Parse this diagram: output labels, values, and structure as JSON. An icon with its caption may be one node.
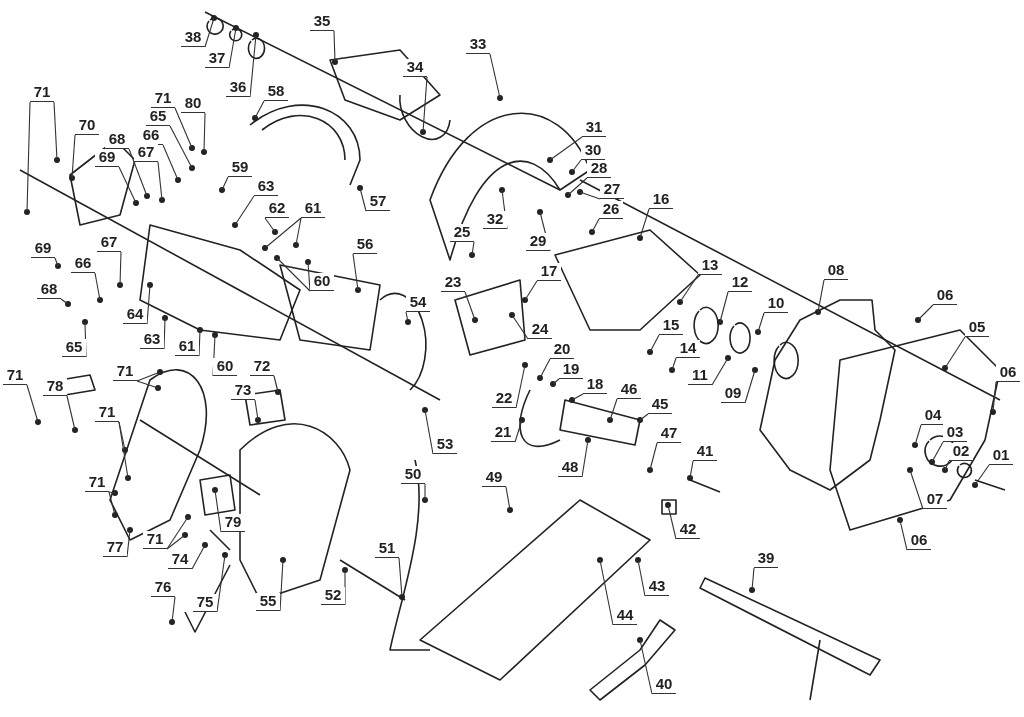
{
  "diagram": {
    "nodes": [
      {
        "text": [
          "38"
        ]
      },
      {
        "text": [
          "37"
        ]
      },
      {
        "text": [
          "36"
        ]
      },
      {
        "text": [
          "35"
        ]
      },
      {
        "text": [
          "34"
        ]
      },
      {
        "text": [
          "33"
        ]
      },
      {
        "text": [
          "71"
        ]
      },
      {
        "text": [
          "70"
        ]
      },
      {
        "text": [
          "71"
        ]
      },
      {
        "text": [
          "80"
        ]
      },
      {
        "text": [
          "65"
        ]
      },
      {
        "text": [
          "66"
        ]
      },
      {
        "text": [
          "68"
        ]
      },
      {
        "text": [
          "67"
        ]
      },
      {
        "text": [
          "69"
        ]
      },
      {
        "text": [
          "58"
        ]
      },
      {
        "text": [
          "59"
        ]
      },
      {
        "text": [
          "63"
        ]
      },
      {
        "text": [
          "62"
        ]
      },
      {
        "text": [
          "61"
        ]
      },
      {
        "text": [
          "57"
        ]
      },
      {
        "text": [
          "60"
        ]
      },
      {
        "text": [
          "31"
        ]
      },
      {
        "text": [
          "30"
        ]
      },
      {
        "text": [
          "28"
        ]
      },
      {
        "text": [
          "27"
        ]
      },
      {
        "text": [
          "26"
        ]
      },
      {
        "text": [
          "32"
        ]
      },
      {
        "text": [
          "29"
        ]
      },
      {
        "text": [
          "25"
        ]
      },
      {
        "text": [
          "16"
        ]
      },
      {
        "text": [
          "69"
        ]
      },
      {
        "text": [
          "67"
        ]
      },
      {
        "text": [
          "17"
        ]
      },
      {
        "text": [
          "56"
        ]
      },
      {
        "text": [
          "66"
        ]
      },
      {
        "text": [
          "13"
        ]
      },
      {
        "text": [
          "23"
        ]
      },
      {
        "text": [
          "12"
        ]
      },
      {
        "text": [
          "68"
        ]
      },
      {
        "text": [
          "06"
        ]
      },
      {
        "text": [
          "10"
        ]
      },
      {
        "text": [
          "08"
        ]
      },
      {
        "text": [
          "54"
        ]
      },
      {
        "text": [
          "64"
        ]
      },
      {
        "text": [
          "05"
        ]
      },
      {
        "text": [
          "15"
        ]
      },
      {
        "text": [
          "24"
        ]
      },
      {
        "text": [
          "63"
        ]
      },
      {
        "text": [
          "61"
        ]
      },
      {
        "text": [
          "65"
        ]
      },
      {
        "text": [
          "14"
        ]
      },
      {
        "text": [
          "20"
        ]
      },
      {
        "text": [
          "60"
        ]
      },
      {
        "text": [
          "72"
        ]
      },
      {
        "text": [
          "71"
        ]
      },
      {
        "text": [
          "71"
        ]
      },
      {
        "text": [
          "19"
        ]
      },
      {
        "text": [
          "06"
        ]
      },
      {
        "text": [
          "11"
        ]
      },
      {
        "text": [
          "78"
        ]
      },
      {
        "text": [
          "18"
        ]
      },
      {
        "text": [
          "73"
        ]
      },
      {
        "text": [
          "09"
        ]
      },
      {
        "text": [
          "22"
        ]
      },
      {
        "text": [
          "46"
        ]
      },
      {
        "text": [
          "45"
        ]
      },
      {
        "text": [
          "71"
        ]
      },
      {
        "text": [
          "04"
        ]
      },
      {
        "text": [
          "21"
        ]
      },
      {
        "text": [
          "03"
        ]
      },
      {
        "text": [
          "47"
        ]
      },
      {
        "text": [
          "53"
        ]
      },
      {
        "text": [
          "02"
        ]
      },
      {
        "text": [
          "41"
        ]
      },
      {
        "text": [
          "01"
        ]
      },
      {
        "text": [
          "48"
        ]
      },
      {
        "text": [
          "50"
        ]
      },
      {
        "text": [
          "49"
        ]
      },
      {
        "text": [
          "71"
        ]
      },
      {
        "text": [
          "07"
        ]
      },
      {
        "text": [
          "79"
        ]
      },
      {
        "text": [
          "42"
        ]
      },
      {
        "text": [
          "71"
        ]
      },
      {
        "text": [
          "06"
        ]
      },
      {
        "text": [
          "77"
        ]
      },
      {
        "text": [
          "51"
        ]
      },
      {
        "text": [
          "74"
        ]
      },
      {
        "text": [
          "39"
        ]
      },
      {
        "text": [
          "43"
        ]
      },
      {
        "text": [
          "76"
        ]
      },
      {
        "text": [
          "52"
        ]
      },
      {
        "text": [
          "55"
        ]
      },
      {
        "text": [
          "75"
        ]
      },
      {
        "text": [
          "44"
        ]
      },
      {
        "text": [
          "40"
        ]
      }
    ],
    "edges": [
      {
        "from": 0,
        "to": null,
        "arrow": "none"
      },
      {
        "from": 1,
        "to": null,
        "arrow": "none"
      },
      {
        "from": 2,
        "to": null,
        "arrow": "none"
      },
      {
        "from": 3,
        "to": null,
        "arrow": "none"
      },
      {
        "from": 4,
        "to": null,
        "arrow": "none"
      },
      {
        "from": 5,
        "to": null,
        "arrow": "none"
      },
      {
        "from": 6,
        "to": null,
        "arrow": "none"
      },
      {
        "from": 6,
        "to": null,
        "arrow": "none"
      },
      {
        "from": 7,
        "to": null,
        "arrow": "none"
      },
      {
        "from": 8,
        "to": null,
        "arrow": "none"
      },
      {
        "from": 9,
        "to": null,
        "arrow": "none"
      },
      {
        "from": 10,
        "to": null,
        "arrow": "none"
      },
      {
        "from": 11,
        "to": null,
        "arrow": "none"
      },
      {
        "from": 12,
        "to": null,
        "arrow": "none"
      },
      {
        "from": 13,
        "to": null,
        "arrow": "none"
      },
      {
        "from": 14,
        "to": null,
        "arrow": "none"
      },
      {
        "from": 15,
        "to": null,
        "arrow": "none"
      },
      {
        "from": 16,
        "to": null,
        "arrow": "none"
      },
      {
        "from": 17,
        "to": null,
        "arrow": "none"
      },
      {
        "from": 18,
        "to": null,
        "arrow": "none"
      },
      {
        "from": 19,
        "to": null,
        "arrow": "none"
      },
      {
        "from": 19,
        "to": null,
        "arrow": "none"
      },
      {
        "from": 20,
        "to": null,
        "arrow": "none"
      },
      {
        "from": 21,
        "to": null,
        "arrow": "none"
      },
      {
        "from": 21,
        "to": null,
        "arrow": "none"
      },
      {
        "from": 22,
        "to": null,
        "arrow": "none"
      },
      {
        "from": 23,
        "to": null,
        "arrow": "none"
      },
      {
        "from": 24,
        "to": null,
        "arrow": "none"
      },
      {
        "from": 25,
        "to": null,
        "arrow": "none"
      },
      {
        "from": 26,
        "to": null,
        "arrow": "none"
      },
      {
        "from": 27,
        "to": null,
        "arrow": "none"
      },
      {
        "from": 28,
        "to": null,
        "arrow": "none"
      },
      {
        "from": 29,
        "to": null,
        "arrow": "none"
      },
      {
        "from": 30,
        "to": null,
        "arrow": "none"
      },
      {
        "from": 31,
        "to": null,
        "arrow": "none"
      },
      {
        "from": 32,
        "to": null,
        "arrow": "none"
      },
      {
        "from": 33,
        "to": null,
        "arrow": "none"
      },
      {
        "from": 34,
        "to": null,
        "arrow": "none"
      },
      {
        "from": 35,
        "to": null,
        "arrow": "none"
      },
      {
        "from": 36,
        "to": null,
        "arrow": "none"
      },
      {
        "from": 37,
        "to": null,
        "arrow": "none"
      },
      {
        "from": 38,
        "to": null,
        "arrow": "none"
      },
      {
        "from": 39,
        "to": null,
        "arrow": "none"
      },
      {
        "from": 40,
        "to": null,
        "arrow": "none"
      },
      {
        "from": 41,
        "to": null,
        "arrow": "none"
      },
      {
        "from": 42,
        "to": null,
        "arrow": "none"
      },
      {
        "from": 43,
        "to": null,
        "arrow": "none"
      },
      {
        "from": 44,
        "to": null,
        "arrow": "none"
      },
      {
        "from": 45,
        "to": null,
        "arrow": "none"
      },
      {
        "from": 46,
        "to": null,
        "arrow": "none"
      },
      {
        "from": 47,
        "to": null,
        "arrow": "none"
      },
      {
        "from": 48,
        "to": null,
        "arrow": "none"
      },
      {
        "from": 49,
        "to": null,
        "arrow": "none"
      },
      {
        "from": 50,
        "to": null,
        "arrow": "none"
      },
      {
        "from": 51,
        "to": null,
        "arrow": "none"
      },
      {
        "from": 52,
        "to": null,
        "arrow": "none"
      },
      {
        "from": 53,
        "to": null,
        "arrow": "none"
      },
      {
        "from": 54,
        "to": null,
        "arrow": "none"
      },
      {
        "from": 55,
        "to": null,
        "arrow": "none"
      },
      {
        "from": 55,
        "to": null,
        "arrow": "none"
      },
      {
        "from": 56,
        "to": null,
        "arrow": "none"
      },
      {
        "from": 57,
        "to": null,
        "arrow": "none"
      },
      {
        "from": 58,
        "to": null,
        "arrow": "none"
      },
      {
        "from": 59,
        "to": null,
        "arrow": "none"
      },
      {
        "from": 60,
        "to": null,
        "arrow": "none"
      },
      {
        "from": 61,
        "to": null,
        "arrow": "none"
      },
      {
        "from": 62,
        "to": null,
        "arrow": "none"
      },
      {
        "from": 63,
        "to": null,
        "arrow": "none"
      },
      {
        "from": 64,
        "to": null,
        "arrow": "none"
      },
      {
        "from": 65,
        "to": null,
        "arrow": "none"
      },
      {
        "from": 66,
        "to": null,
        "arrow": "none"
      },
      {
        "from": 67,
        "to": null,
        "arrow": "none"
      },
      {
        "from": 67,
        "to": null,
        "arrow": "none"
      },
      {
        "from": 68,
        "to": null,
        "arrow": "none"
      },
      {
        "from": 69,
        "to": null,
        "arrow": "none"
      },
      {
        "from": 70,
        "to": null,
        "arrow": "none"
      },
      {
        "from": 71,
        "to": null,
        "arrow": "none"
      },
      {
        "from": 72,
        "to": null,
        "arrow": "none"
      },
      {
        "from": 73,
        "to": null,
        "arrow": "none"
      },
      {
        "from": 74,
        "to": null,
        "arrow": "none"
      },
      {
        "from": 75,
        "to": null,
        "arrow": "none"
      },
      {
        "from": 76,
        "to": null,
        "arrow": "none"
      },
      {
        "from": 77,
        "to": null,
        "arrow": "none"
      },
      {
        "from": 78,
        "to": null,
        "arrow": "none"
      },
      {
        "from": 79,
        "to": null,
        "arrow": "none"
      },
      {
        "from": 79,
        "to": null,
        "arrow": "none"
      },
      {
        "from": 80,
        "to": null,
        "arrow": "none"
      },
      {
        "from": 81,
        "to": null,
        "arrow": "none"
      },
      {
        "from": 82,
        "to": null,
        "arrow": "none"
      },
      {
        "from": 83,
        "to": null,
        "arrow": "none"
      },
      {
        "from": 83,
        "to": null,
        "arrow": "none"
      },
      {
        "from": 84,
        "to": null,
        "arrow": "none"
      },
      {
        "from": 85,
        "to": null,
        "arrow": "none"
      },
      {
        "from": 86,
        "to": null,
        "arrow": "none"
      },
      {
        "from": 87,
        "to": null,
        "arrow": "none"
      },
      {
        "from": 88,
        "to": null,
        "arrow": "none"
      },
      {
        "from": 89,
        "to": null,
        "arrow": "none"
      },
      {
        "from": 90,
        "to": null,
        "arrow": "none"
      },
      {
        "from": 91,
        "to": null,
        "arrow": "none"
      },
      {
        "from": 92,
        "to": null,
        "arrow": "none"
      },
      {
        "from": 93,
        "to": null,
        "arrow": "none"
      },
      {
        "from": 94,
        "to": null,
        "arrow": "none"
      },
      {
        "from": 95,
        "to": null,
        "arrow": "none"
      }
    ]
  }
}
